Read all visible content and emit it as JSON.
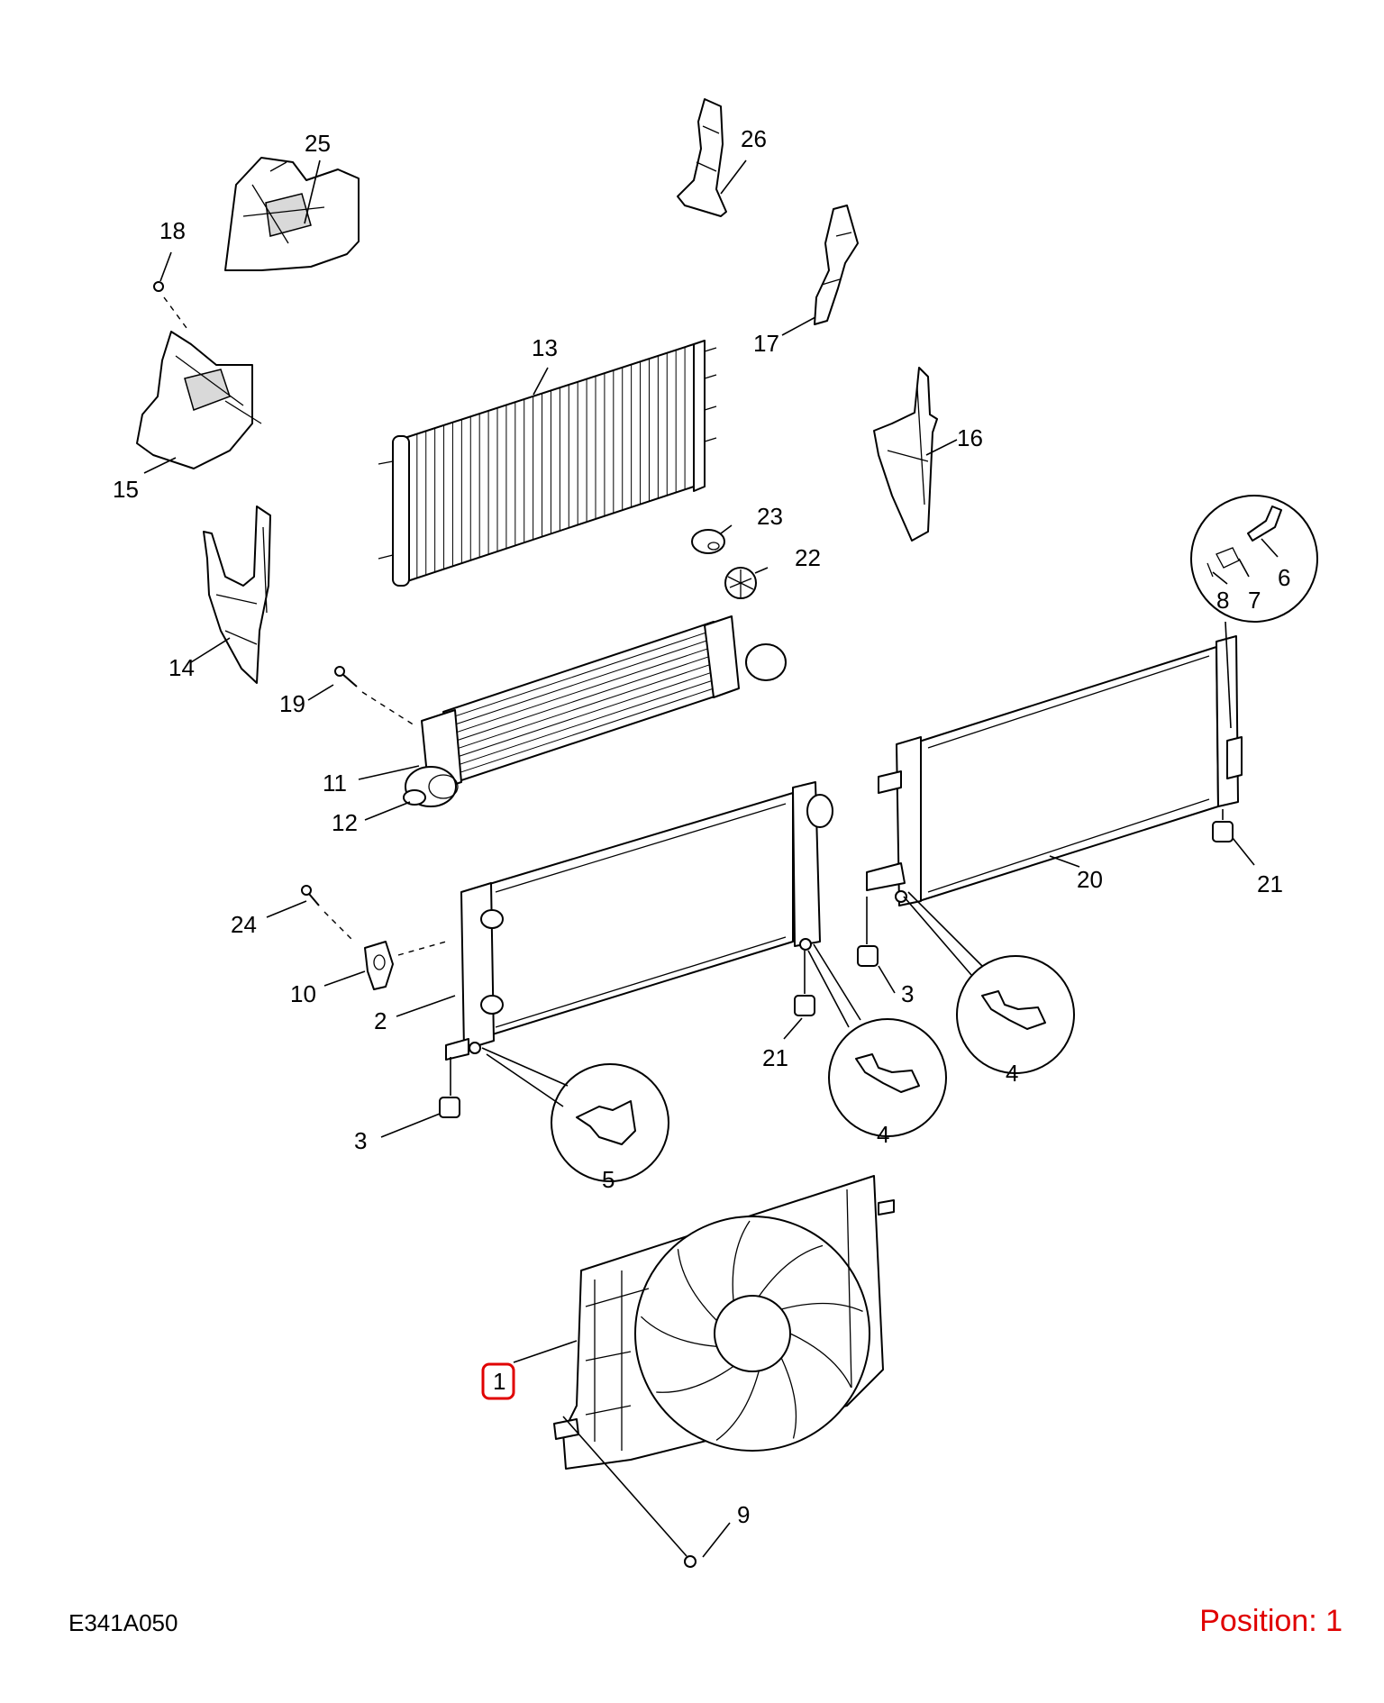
{
  "callouts": [
    {
      "id": "c1",
      "text": "1"
    },
    {
      "id": "c2",
      "text": "2"
    },
    {
      "id": "c3a",
      "text": "3"
    },
    {
      "id": "c3b",
      "text": "3"
    },
    {
      "id": "c4a",
      "text": "4"
    },
    {
      "id": "c4b",
      "text": "4"
    },
    {
      "id": "c5",
      "text": "5"
    },
    {
      "id": "c6",
      "text": "6"
    },
    {
      "id": "c7",
      "text": "7"
    },
    {
      "id": "c8",
      "text": "8"
    },
    {
      "id": "c9",
      "text": "9"
    },
    {
      "id": "c10",
      "text": "10"
    },
    {
      "id": "c11",
      "text": "11"
    },
    {
      "id": "c12",
      "text": "12"
    },
    {
      "id": "c13",
      "text": "13"
    },
    {
      "id": "c14",
      "text": "14"
    },
    {
      "id": "c15",
      "text": "15"
    },
    {
      "id": "c16",
      "text": "16"
    },
    {
      "id": "c17",
      "text": "17"
    },
    {
      "id": "c18",
      "text": "18"
    },
    {
      "id": "c19",
      "text": "19"
    },
    {
      "id": "c20",
      "text": "20"
    },
    {
      "id": "c21a",
      "text": "21"
    },
    {
      "id": "c21b",
      "text": "21"
    },
    {
      "id": "c22",
      "text": "22"
    },
    {
      "id": "c23",
      "text": "23"
    },
    {
      "id": "c24",
      "text": "24"
    },
    {
      "id": "c25",
      "text": "25"
    },
    {
      "id": "c26",
      "text": "26"
    }
  ],
  "footer": {
    "diagram_ref": "E341A050",
    "position": "Position: 1"
  },
  "colors": {
    "line": "#000000",
    "highlight": "#e00000",
    "background": "#ffffff"
  }
}
